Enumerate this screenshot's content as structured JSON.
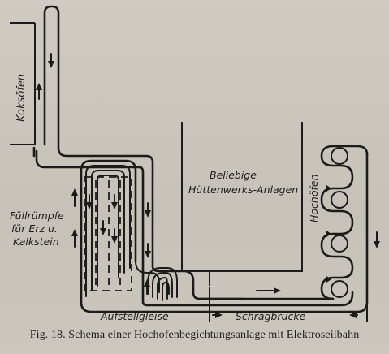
{
  "labels": {
    "koksofen": "Koksöfen",
    "fuellrumpfe_line1": "Füllrümpfe",
    "fuellrumpfe_line2": "für Erz u.",
    "fuellrumpfe_line3": "Kalkstein",
    "huettenwerks_line1": "Beliebige",
    "huettenwerks_line2": "Hüttenwerks-Anlagen",
    "hochofen": "Hochöfen",
    "aufstellgleise": "Aufstellgleise",
    "schraegbruecke": "Schrägbrücke"
  },
  "caption": "Fig. 18.  Schema einer Hochofenbegichtungsanlage mit Elektroseilbahn",
  "colors": {
    "ink": "#1d1b19",
    "paper": "#c9c5bd"
  }
}
